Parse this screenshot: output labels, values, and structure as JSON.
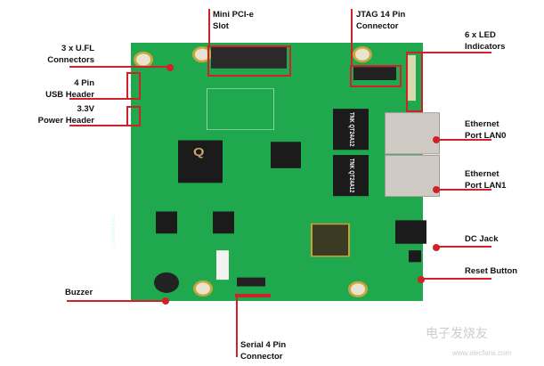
{
  "labels": {
    "mini_pcie_1": "Mini PCI-e",
    "mini_pcie_2": "Slot",
    "jtag_1": "JTAG 14 Pin",
    "jtag_2": "Connector",
    "led_1": "6 x LED",
    "led_2": "Indicators",
    "ufl_1": "3 x U.FL",
    "ufl_2": "Connectors",
    "usb_1": "4 Pin",
    "usb_2": "USB Header",
    "power_1": "3.3V",
    "power_2": "Power Header",
    "lan0_1": "Ethernet",
    "lan0_2": "Port LAN0",
    "lan1_1": "Ethernet",
    "lan1_2": "Port LAN1",
    "dc": "DC Jack",
    "reset": "Reset Button",
    "buzzer": "Buzzer",
    "serial_1": "Serial 4 Pin",
    "serial_2": "Connector"
  },
  "board_text": {
    "silk": "C-558JPW 6A05",
    "magnetics": "TNK QT24A12"
  },
  "watermark": {
    "brand": "电子发烧友",
    "url": "www.elecfans.com"
  },
  "colors": {
    "callout": "#d0202a",
    "board": "#1fa84e"
  }
}
